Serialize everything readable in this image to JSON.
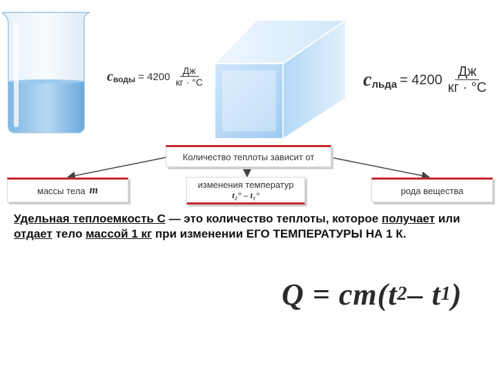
{
  "water_formula": {
    "symbol": "c",
    "subscript": "воды",
    "equals": "= 4200",
    "unit_num": "Дж",
    "unit_den": "кг · °C"
  },
  "ice_formula": {
    "symbol": "c",
    "subscript": "льда",
    "equals": "= 4200",
    "unit_num": "Дж",
    "unit_den": "кг · °C"
  },
  "diagram": {
    "top_box": "Количество теплоты зависит от",
    "left_box_text": "массы тела",
    "left_box_symbol": "m",
    "middle_box_line1": "изменения температур",
    "middle_box_line2": "t₂° – t₁°",
    "right_box": "рода вещества"
  },
  "definition": {
    "p1_u": "Удельная теплоемкость С",
    "p2": " — это количество теплоты, которое ",
    "p3_u": "получает",
    "p4": " или ",
    "p5_u": "отдает",
    "p6": " тело ",
    "p7_u": "массой 1 кг",
    "p8": " при изменении ЕГО ТЕМПЕРАТУРЫ НА 1 К."
  },
  "main_formula": {
    "lhs": "Q = cm(t",
    "sub1": "2",
    "mid": " – t",
    "sub2": "1",
    "rhs": ")"
  }
}
